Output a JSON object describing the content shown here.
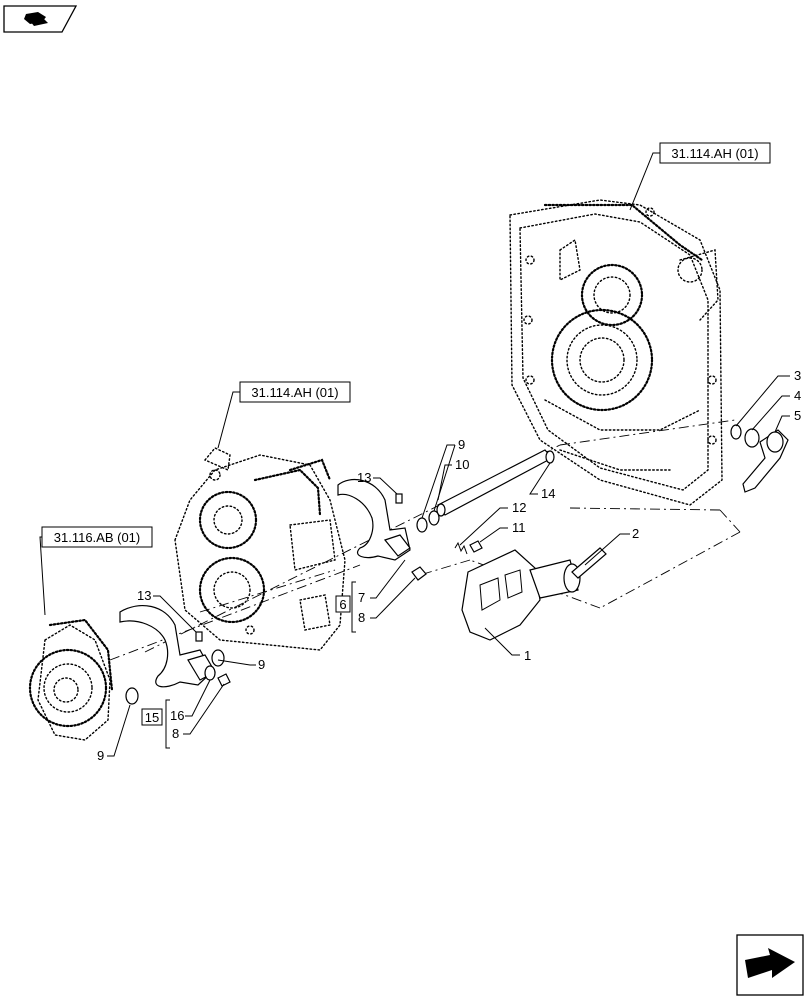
{
  "header_icon": {
    "name": "exploded-view-tab-icon"
  },
  "corner_nav_icon": {
    "name": "next-page-arrow-icon"
  },
  "references": [
    {
      "id": "ref-top",
      "text": "31.114.AH (01)"
    },
    {
      "id": "ref-mid",
      "text": "31.114.AH (01)"
    },
    {
      "id": "ref-left",
      "text": "31.116.AB (01)"
    }
  ],
  "callouts": {
    "c1": "1",
    "c2": "2",
    "c3": "3",
    "c4": "4",
    "c5": "5",
    "c6": "6",
    "c7": "7",
    "c8a": "8",
    "c8b": "8",
    "c9a": "9",
    "c9b": "9",
    "c9c": "9",
    "c10": "10",
    "c11": "11",
    "c12": "12",
    "c13a": "13",
    "c13b": "13",
    "c14": "14",
    "c15": "15",
    "c16": "16"
  }
}
